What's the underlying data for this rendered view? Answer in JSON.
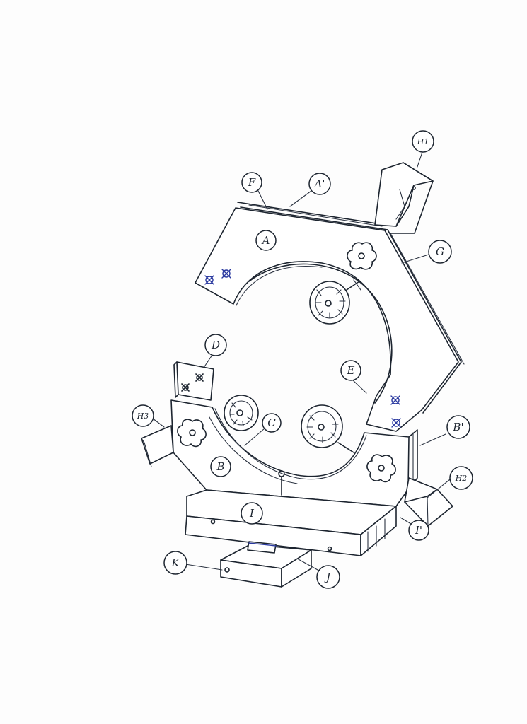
{
  "labels": {
    "A": "A",
    "A_prime": "A'",
    "B": "B",
    "B_prime": "B'",
    "C": "C",
    "D": "D",
    "E": "E",
    "F": "F",
    "G": "G",
    "H1": "H1",
    "H2": "H2",
    "H3": "H3",
    "I": "I",
    "I_prime": "I'",
    "J": "J",
    "K": "K"
  },
  "colors": {
    "ink": "#1d2530",
    "ink_blue": "#2b3aa0",
    "paper": "#fdfdfd"
  }
}
